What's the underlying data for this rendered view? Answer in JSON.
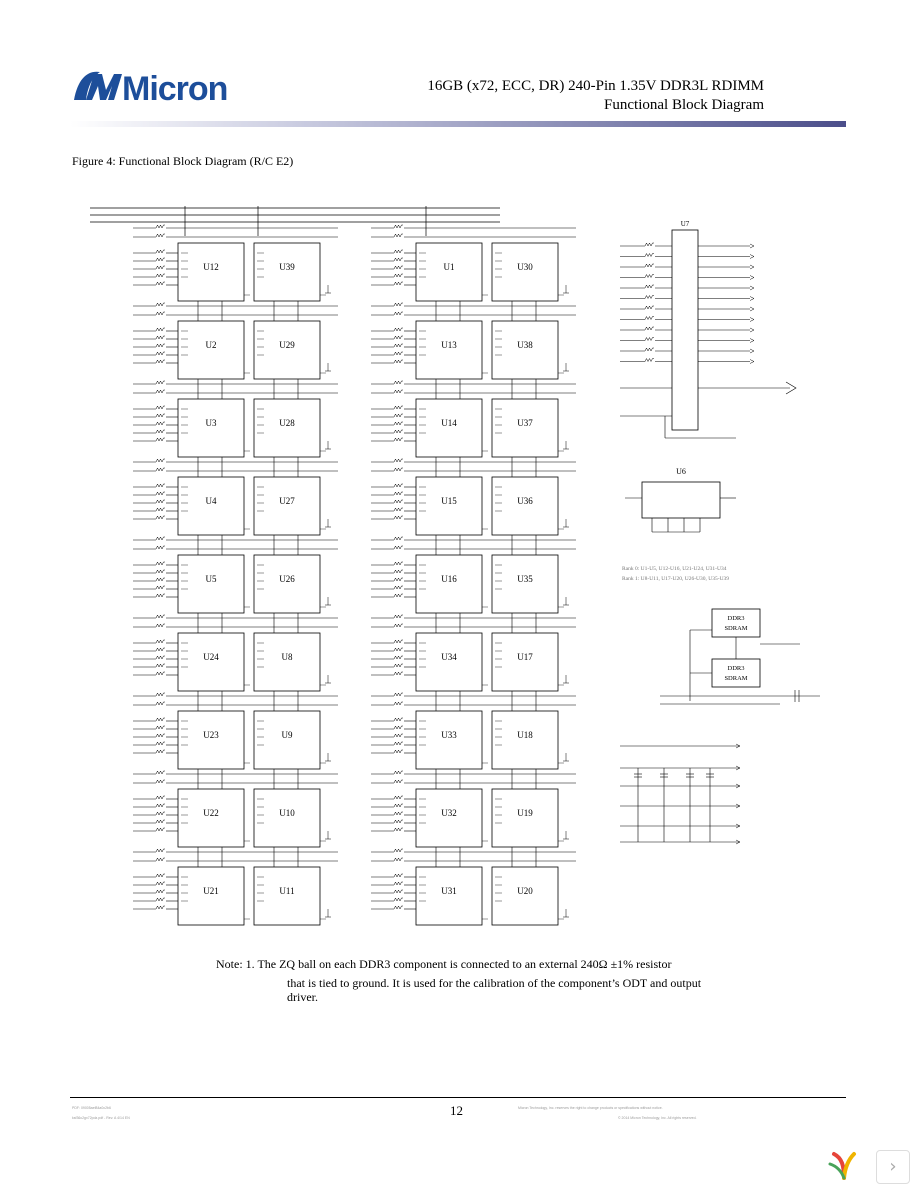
{
  "header": {
    "brand": "Micron",
    "title_line1": "16GB (x72, ECC, DR) 240-Pin 1.35V DDR3L RDIMM",
    "title_line2": "Functional Block Diagram"
  },
  "figure_caption": "Figure 4: Functional Block Diagram (R/C E2)",
  "diagram": {
    "left_devices": [
      [
        "U12",
        "U39"
      ],
      [
        "U2",
        "U29"
      ],
      [
        "U3",
        "U28"
      ],
      [
        "U4",
        "U27"
      ],
      [
        "U5",
        "U26"
      ],
      [
        "U24",
        "U8"
      ],
      [
        "U23",
        "U9"
      ],
      [
        "U22",
        "U10"
      ],
      [
        "U21",
        "U11"
      ]
    ],
    "right_devices": [
      [
        "U1",
        "U30"
      ],
      [
        "U13",
        "U38"
      ],
      [
        "U14",
        "U37"
      ],
      [
        "U15",
        "U36"
      ],
      [
        "U16",
        "U35"
      ],
      [
        "U34",
        "U17"
      ],
      [
        "U33",
        "U18"
      ],
      [
        "U32",
        "U19"
      ],
      [
        "U31",
        "U20"
      ]
    ],
    "register_label": "U7",
    "pll_label": "U6",
    "rank_line1": "Rank 0: U1-U5, U12-U16, U21-U24, U31-U34",
    "rank_line2": "Rank 1: U8-U11, U17-U20, U26-U30, U35-U39",
    "ddr3_label_1": "DDR3",
    "ddr3_label_2": "SDRAM",
    "ddr3_label_3": "DDR3",
    "ddr3_label_4": "SDRAM"
  },
  "note": {
    "line1": "Note: 1. The ZQ ball on each DDR3 component is connected to an external 240Ω ±1% resistor",
    "line2": "that is tied to ground. It is used for the calibration of the component’s ODT and output",
    "line3": "driver."
  },
  "footer": {
    "page_number": "12",
    "left_line1": "PDF: 09005aef84a0c2b6",
    "left_line2": "ksf36c2gx72pdz.pdf - Rev. A 4/14 EN",
    "right_line1": "Micron Technology, Inc. reserves the right to change products or specifications without notice.",
    "right_line2": "© 2014 Micron Technology, Inc. All rights reserved."
  },
  "colors": {
    "brand_blue": "#1d4e9a",
    "rule_dark": "#4b4e8a"
  }
}
